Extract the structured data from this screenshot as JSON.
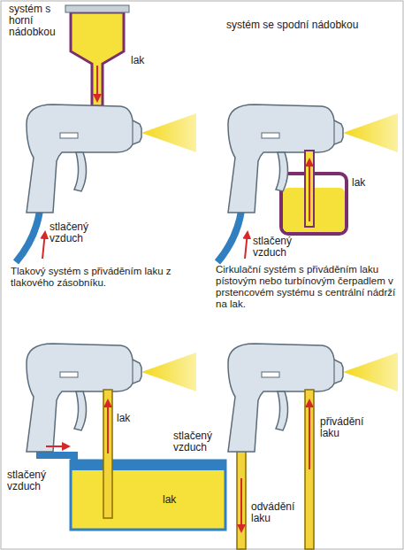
{
  "diagram": {
    "labels": [
      "systém s horní nádobkou",
      "lak",
      "stlačený vzduch",
      "systém se spodní nádobkou",
      "lak",
      "stlačený vzduch",
      "Tlakový systém s přiváděním laku z tlakového zásobníku.",
      "Cirkulační systém s přiváděním laku pístovým nebo turbínovým čerpadlem v prstencovém systému s centrální nádrží na lak.",
      "lak",
      "stlačený vzduch",
      "stlačený vzduch",
      "lak",
      "přivádění laku",
      "odvádění laku"
    ]
  }
}
